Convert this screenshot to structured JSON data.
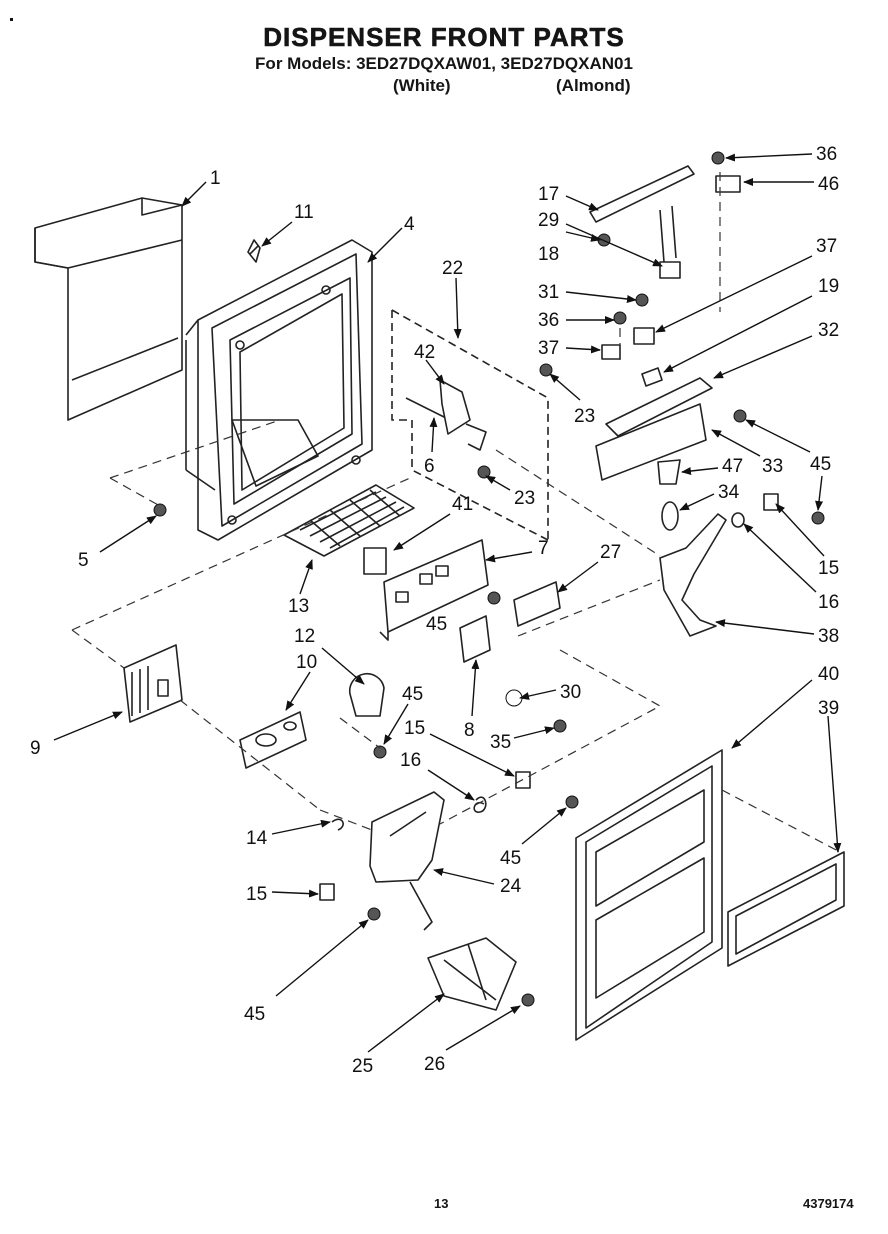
{
  "header": {
    "title": "DISPENSER FRONT PARTS",
    "models": "For Models: 3ED27DQXAW01, 3ED27DQXAN01",
    "color_white": "(White)",
    "color_almond": "(Almond)"
  },
  "callouts": [
    "1",
    "11",
    "4",
    "22",
    "42",
    "6",
    "23",
    "41",
    "5",
    "13",
    "7",
    "27",
    "17",
    "29",
    "18",
    "31",
    "36",
    "37",
    "23",
    "36",
    "46",
    "37",
    "19",
    "32",
    "45",
    "33",
    "47",
    "34",
    "15",
    "16",
    "38",
    "9",
    "12",
    "10",
    "45",
    "15",
    "16",
    "14",
    "15",
    "45",
    "24",
    "45",
    "8",
    "30",
    "35",
    "45",
    "40",
    "39",
    "25",
    "26"
  ],
  "footer": {
    "page_number": "13",
    "document_number": "4379174"
  }
}
